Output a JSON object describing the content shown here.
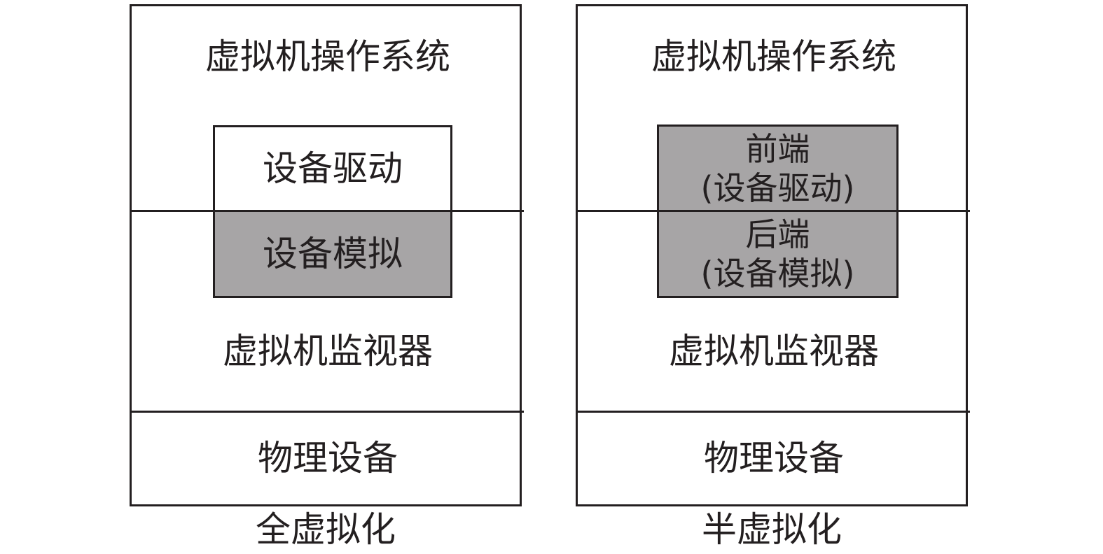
{
  "diagrams": [
    {
      "guest_os": "虚拟机操作系统",
      "driver_box": {
        "text": "设备驱动"
      },
      "emulation_box": {
        "text": "设备模拟"
      },
      "hypervisor": "虚拟机监视器",
      "physical": "物理设备",
      "caption": "全虚拟化"
    },
    {
      "guest_os": "虚拟机操作系统",
      "frontend_box": {
        "title": "前端",
        "subtitle": "(设备驱动)"
      },
      "backend_box": {
        "title": "后端",
        "subtitle": "(设备模拟)"
      },
      "hypervisor": "虚拟机监视器",
      "physical": "物理设备",
      "caption": "半虚拟化"
    }
  ],
  "colors": {
    "line": "#231f20",
    "shaded_box": "#a7a5a6",
    "background": "#ffffff"
  }
}
